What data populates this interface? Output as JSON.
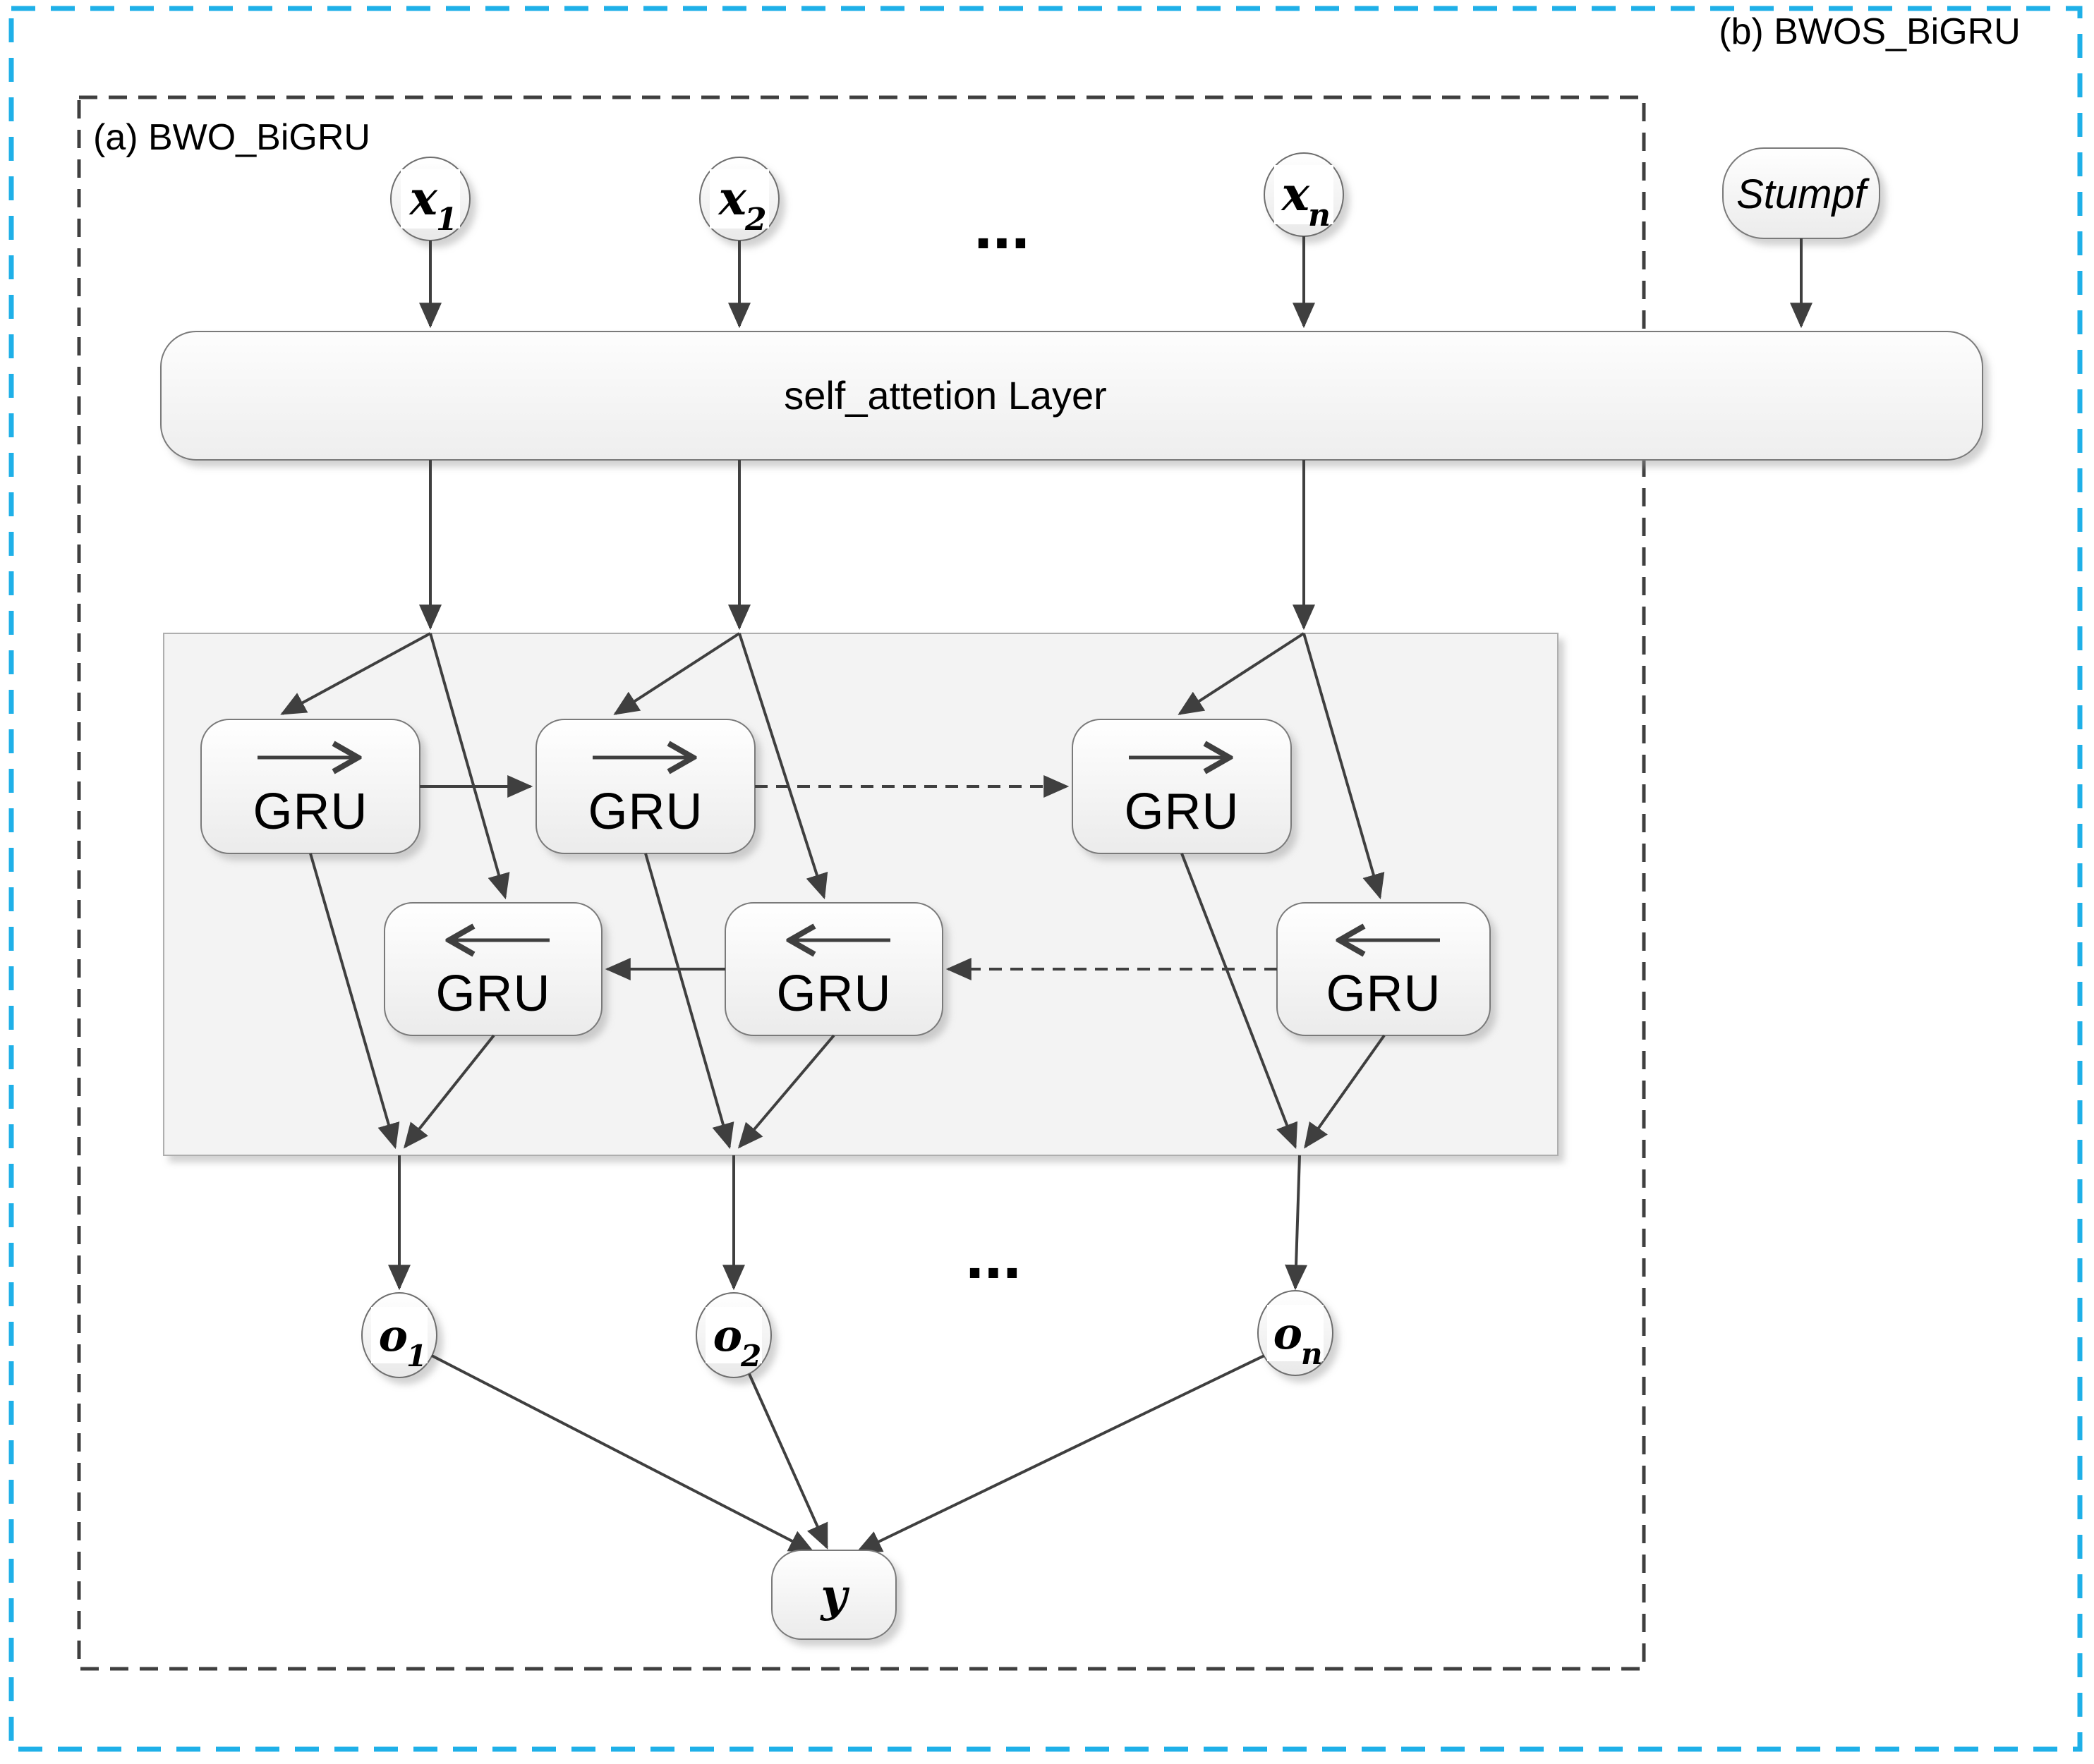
{
  "figure": {
    "outer_group_label": "(b) BWOS_BiGRU",
    "inner_group_label": "(a) BWO_BiGRU"
  },
  "nodes": {
    "inputs": [
      {
        "base": "x",
        "sub": "1"
      },
      {
        "base": "x",
        "sub": "2"
      },
      {
        "base": "x",
        "sub": "n"
      }
    ],
    "input_ellipsis": "...",
    "stumpf_label": "Stumpf",
    "attention_layer_label": "self_attetion Layer",
    "gru_label": "GRU",
    "outputs": [
      {
        "base": "o",
        "sub": "1"
      },
      {
        "base": "o",
        "sub": "2"
      },
      {
        "base": "o",
        "sub": "n"
      }
    ],
    "output_ellipsis": "...",
    "final_label": "y"
  },
  "colors": {
    "outer_border_cyan": "#1fb0e8",
    "inner_border_gray": "#3f3f3f",
    "line_gray": "#3f3f3f",
    "container_fill": "#f3f3f3",
    "node_fill_top": "#ffffff",
    "node_fill_bottom": "#ececec"
  }
}
